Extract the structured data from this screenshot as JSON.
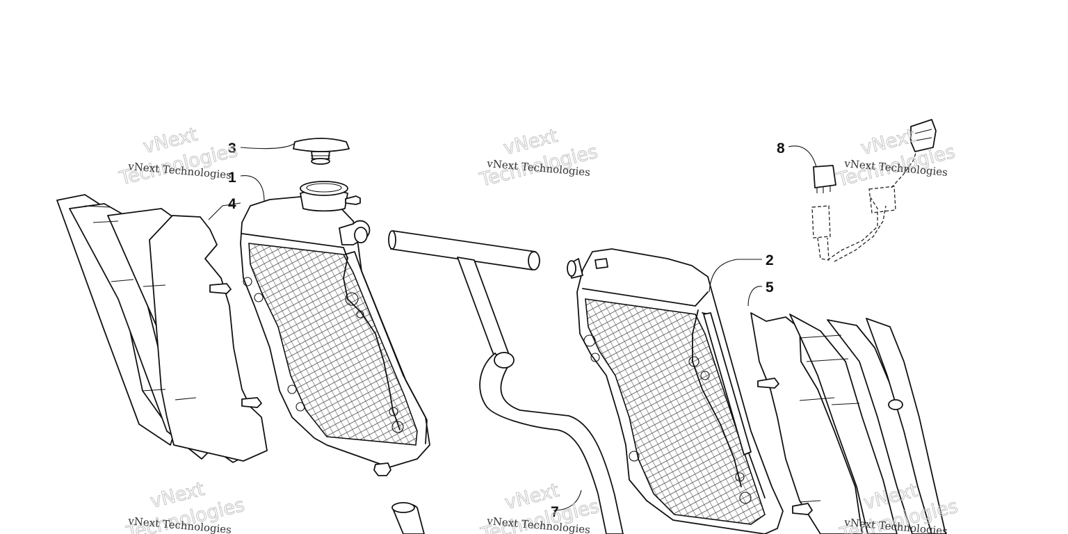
{
  "diagram": {
    "callouts": [
      {
        "id": "1",
        "part": "left-radiator"
      },
      {
        "id": "2",
        "part": "right-radiator"
      },
      {
        "id": "3",
        "part": "radiator-cap"
      },
      {
        "id": "4",
        "part": "left-shroud-louver"
      },
      {
        "id": "5",
        "part": "right-shroud-louver"
      },
      {
        "id": "7",
        "part": "coolant-hose"
      },
      {
        "id": "8",
        "part": "relay"
      }
    ],
    "watermark": {
      "brand": "vNext",
      "word": "Technologies",
      "line": "vNext Technologies"
    }
  }
}
